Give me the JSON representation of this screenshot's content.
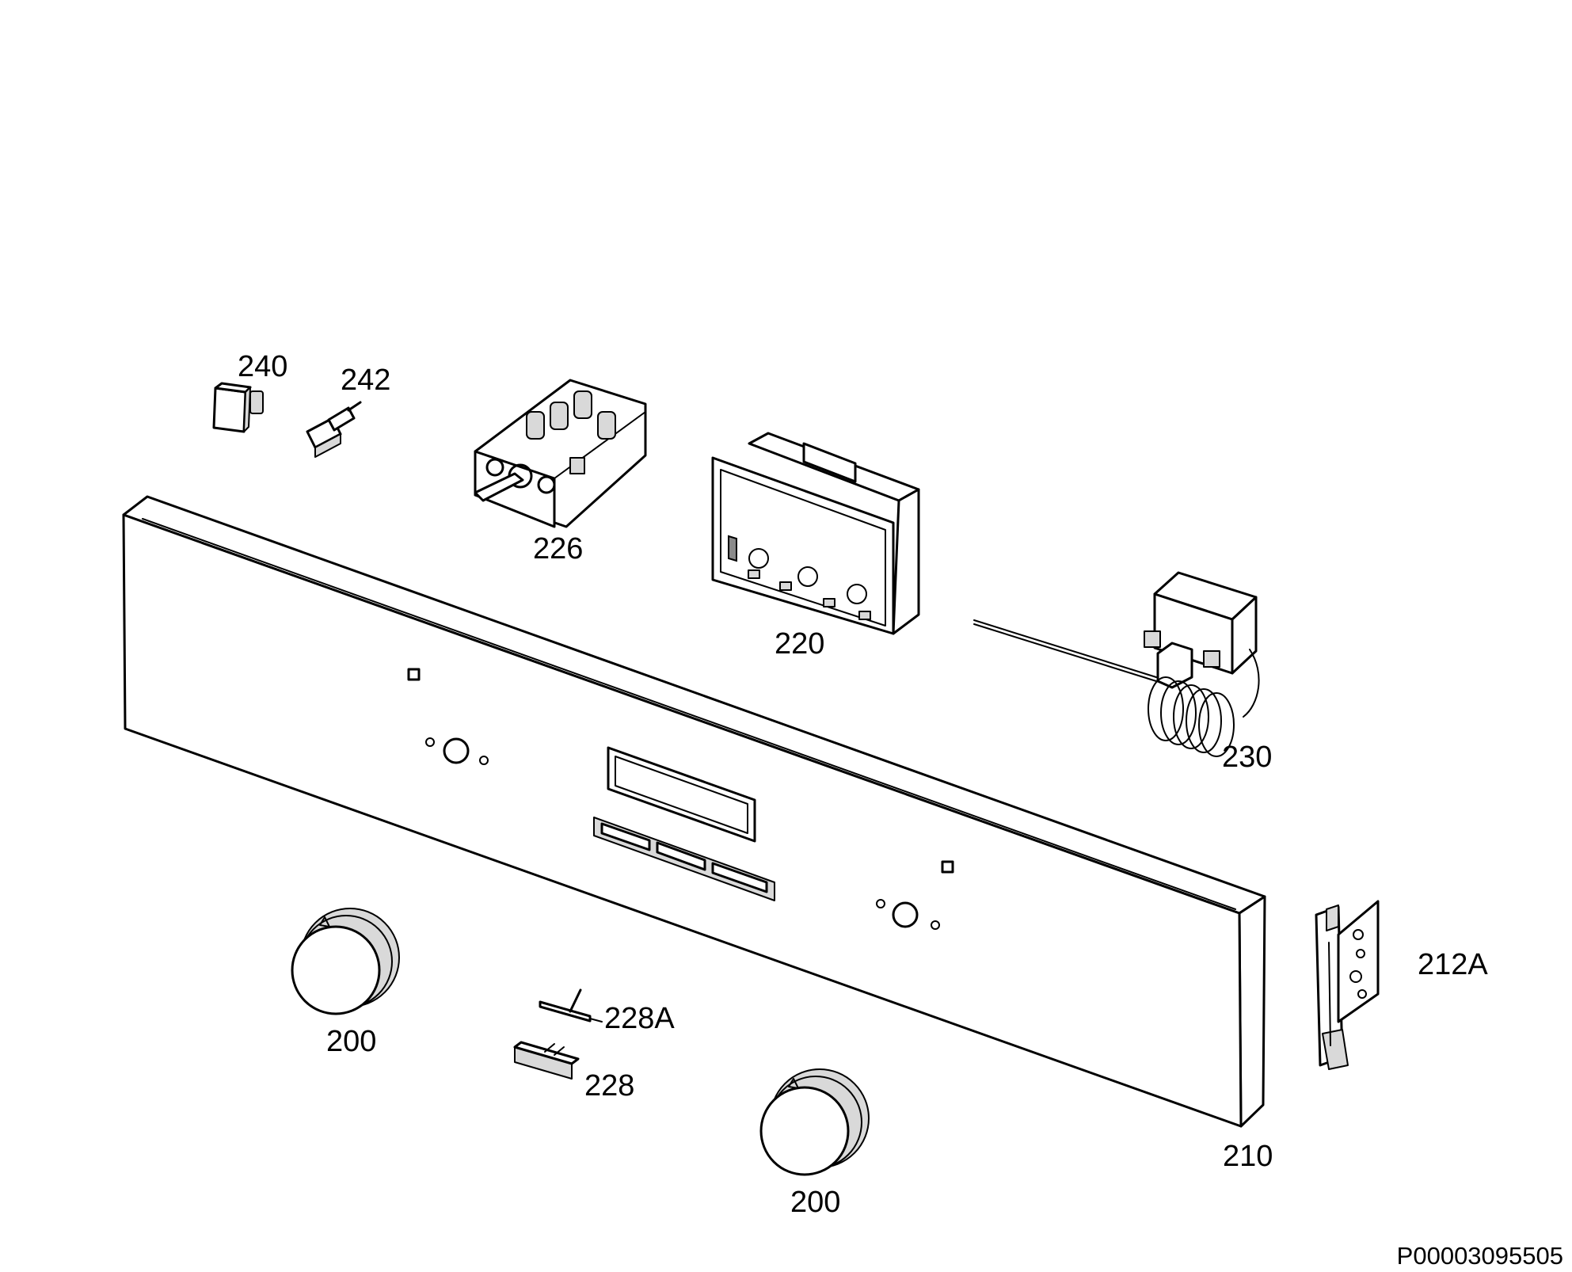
{
  "diagram": {
    "parts": [
      {
        "id": "p200a",
        "label": "200"
      },
      {
        "id": "p200b",
        "label": "200"
      },
      {
        "id": "p210",
        "label": "210"
      },
      {
        "id": "p212A",
        "label": "212A"
      },
      {
        "id": "p220",
        "label": "220"
      },
      {
        "id": "p226",
        "label": "226"
      },
      {
        "id": "p228",
        "label": "228"
      },
      {
        "id": "p228A",
        "label": "228A"
      },
      {
        "id": "p230",
        "label": "230"
      },
      {
        "id": "p240",
        "label": "240"
      },
      {
        "id": "p242",
        "label": "242"
      }
    ],
    "document_id": "P00003095505"
  }
}
